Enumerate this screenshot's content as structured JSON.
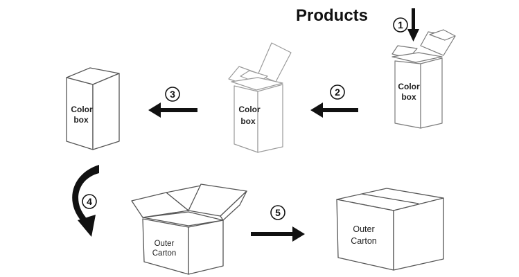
{
  "title": "Products",
  "steps": [
    "1",
    "2",
    "3",
    "4",
    "5"
  ],
  "boxes": {
    "open_color_box": {
      "line1": "Color",
      "line2": "box"
    },
    "filled_color_box": {
      "line1": "Color",
      "line2": "box"
    },
    "closed_color_box": {
      "line1": "Color",
      "line2": "box"
    },
    "open_outer_carton": {
      "line1": "Outer",
      "line2": "Carton"
    },
    "sealed_outer_carton": {
      "line1": "Outer",
      "line2": "Carton"
    }
  }
}
